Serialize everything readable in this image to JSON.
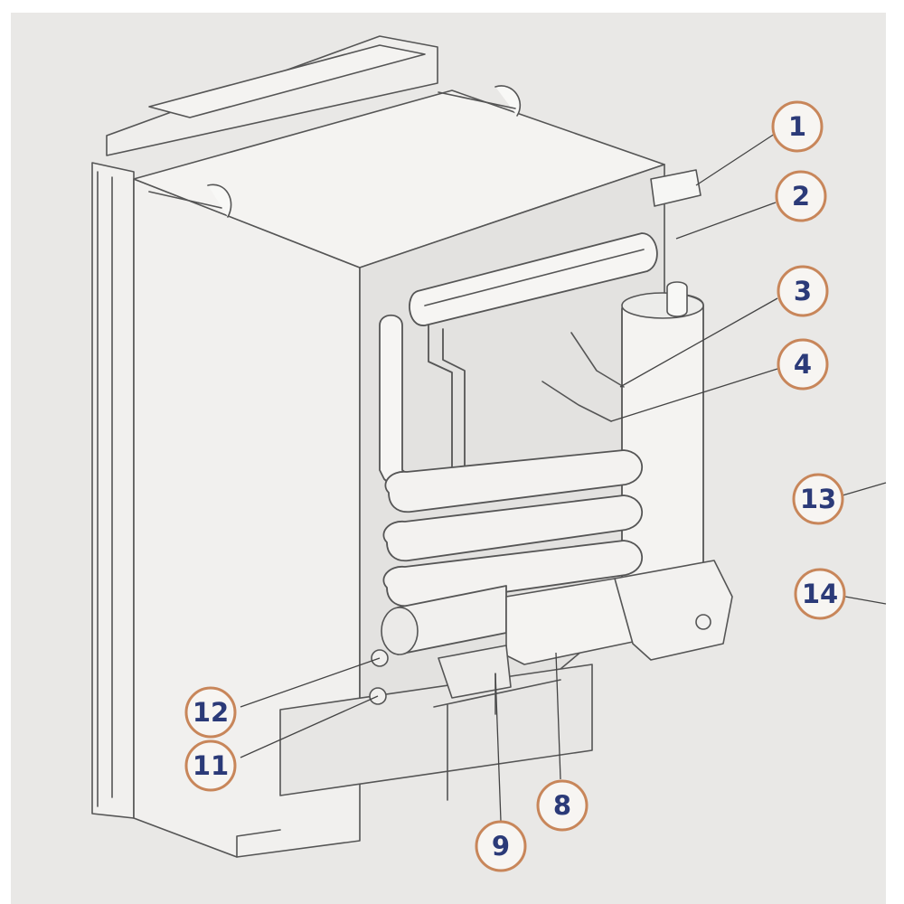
{
  "callouts": [
    {
      "id": "1",
      "label": "1",
      "target": "vent-cover"
    },
    {
      "id": "2",
      "label": "2",
      "target": "flue-cap"
    },
    {
      "id": "3",
      "label": "3",
      "target": "thermocouple"
    },
    {
      "id": "4",
      "label": "4",
      "target": "thermostat-sensor"
    },
    {
      "id": "13",
      "label": "13",
      "target": "offscreen-part-13"
    },
    {
      "id": "14",
      "label": "14",
      "target": "offscreen-part-14"
    },
    {
      "id": "12",
      "label": "12",
      "target": "gas-connector"
    },
    {
      "id": "11",
      "label": "11",
      "target": "gas-valve"
    },
    {
      "id": "9",
      "label": "9",
      "target": "burner"
    },
    {
      "id": "8",
      "label": "8",
      "target": "heater-box"
    }
  ],
  "colors": {
    "paper": "#e9e8e6",
    "line": "#555555",
    "fill_light": "#f1f0ee",
    "fill_mid": "#dedcd9",
    "badge_ring": "#c8865a",
    "badge_text": "#2b3a78"
  }
}
